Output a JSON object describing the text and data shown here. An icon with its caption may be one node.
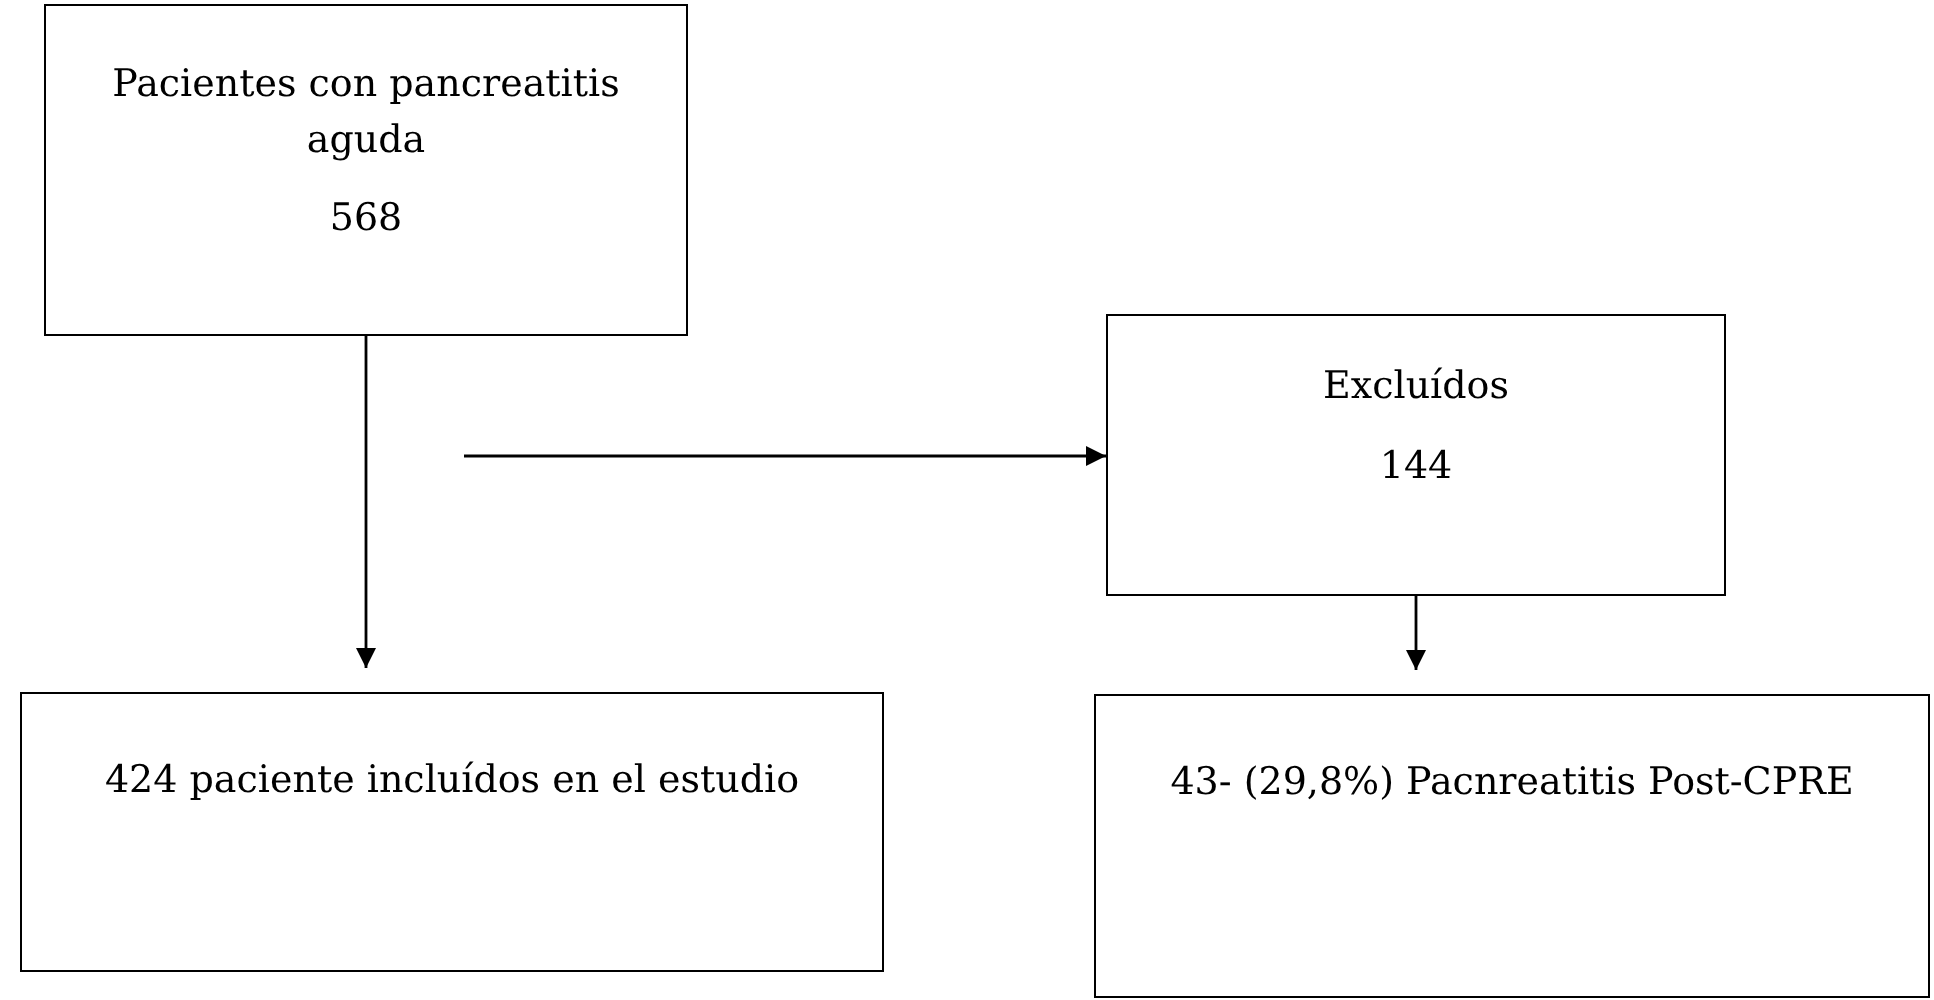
{
  "diagram": {
    "nodes": [
      {
        "text": [
          "Pacientes con pancreatitis aguda",
          "568"
        ]
      },
      {
        "text": [
          "Excluídos",
          "144"
        ]
      },
      {
        "text": [
          "424 paciente incluídos en el estudio"
        ]
      },
      {
        "text": [
          "43- (29,8%) Pacnreatitis Post-CPRE"
        ]
      }
    ],
    "edges": [
      {
        "from": 0,
        "to": 2,
        "arrow": "to"
      },
      {
        "from": 0,
        "to": 1,
        "arrow": "to"
      },
      {
        "from": 1,
        "to": 3,
        "arrow": "to"
      }
    ]
  }
}
